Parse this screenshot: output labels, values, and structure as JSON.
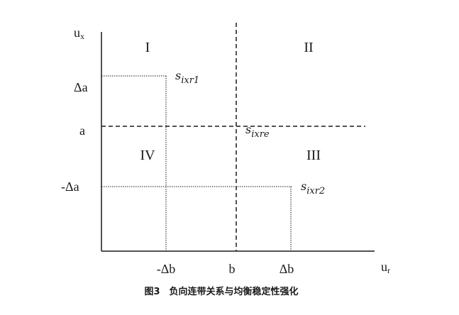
{
  "axes": {
    "y_label": "u",
    "y_sub": "x",
    "x_label": "u",
    "x_sub": "r"
  },
  "regions": {
    "q1": "I",
    "q2": "II",
    "q3": "III",
    "q4": "IV"
  },
  "y_ticks": {
    "plus_delta_a": "Δa",
    "a": "a",
    "minus_delta_a": "-Δa"
  },
  "x_ticks": {
    "minus_delta_b": "-Δb",
    "b": "b",
    "delta_b": "Δb"
  },
  "points": {
    "sixr1": {
      "base": "s",
      "sub": "ixr1"
    },
    "sixre": {
      "base": "s",
      "sub": "ixre"
    },
    "sixr2": {
      "base": "s",
      "sub": "ixr2"
    }
  },
  "caption": "图3　负向连带关系与均衡稳定性强化"
}
